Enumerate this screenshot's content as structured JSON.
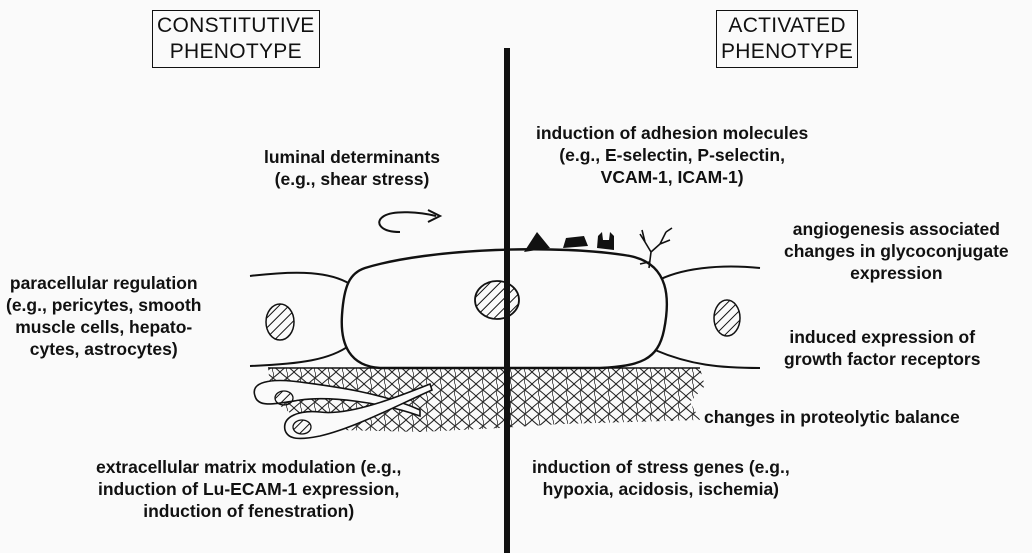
{
  "headers": {
    "left": [
      "CONSTITUTIVE",
      "PHENOTYPE"
    ],
    "right": [
      "ACTIVATED",
      "PHENOTYPE"
    ]
  },
  "labels": {
    "luminal": [
      "luminal determinants",
      "(e.g., shear stress)"
    ],
    "paracellular": [
      "paracellular regulation",
      "(e.g., pericytes, smooth",
      "muscle cells, hepato-",
      "cytes, astrocytes)"
    ],
    "ecm": [
      "extracellular matrix modulation (e.g.,",
      "induction of Lu-ECAM-1 expression,",
      "induction of fenestration)"
    ],
    "adhesion": [
      "induction of adhesion molecules",
      "(e.g., E-selectin, P-selectin,",
      "VCAM-1, ICAM-1)"
    ],
    "angiogenesis": [
      "angiogenesis associated",
      "changes in glycoconjugate",
      "expression"
    ],
    "growth": [
      "induced expression of",
      "growth factor receptors"
    ],
    "proteolytic": [
      "changes in proteolytic balance"
    ],
    "stress": [
      "induction of stress genes (e.g.,",
      "hypoxia, acidosis, ischemia)"
    ]
  }
}
